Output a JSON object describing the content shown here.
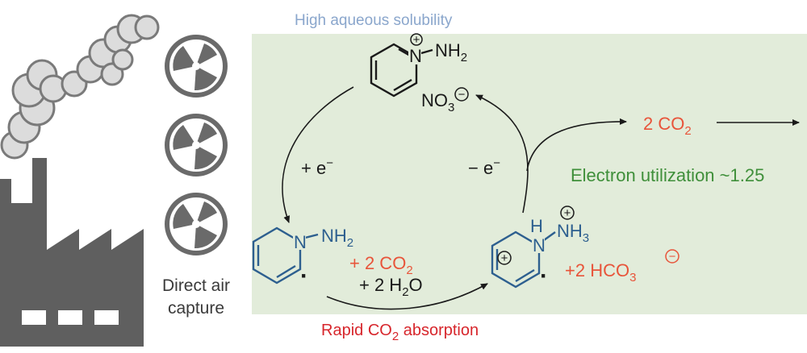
{
  "header": {
    "solubility": "High aqueous solubility"
  },
  "dac": {
    "line1": "Direct air",
    "line2": "capture"
  },
  "top_molecule": {
    "nh2": "NH",
    "nh2_sub": "2",
    "n_atom": "N",
    "counter": "NO",
    "counter_sub": "3",
    "plus": "+",
    "minus": "−"
  },
  "left_molecule": {
    "n_atom": "N",
    "nh2": "NH",
    "nh2_sub": "2",
    "radical": "·"
  },
  "right_molecule": {
    "h": "H",
    "n_atom": "N",
    "nh3": "NH",
    "nh3_sub": "3",
    "plus": "+",
    "radical": "·",
    "bicarb": "+2 HCO",
    "bicarb_sub": "3",
    "minus": "−"
  },
  "reagents": {
    "co2": "+ 2 CO",
    "co2_sub": "2",
    "h2o_a": "+ 2 H",
    "h2o_sub": "2",
    "h2o_b": "O"
  },
  "steps": {
    "reduce": "+ e",
    "reduce_sup": "−",
    "oxidize": "− e",
    "oxidize_sup": "−"
  },
  "release": {
    "co2": "2 CO",
    "co2_sub": "2"
  },
  "utilization": "Electron utilization ~1.25",
  "absorption": {
    "pre": "Rapid CO",
    "sub": "2",
    "post": " absorption"
  },
  "colors": {
    "panel": "#e2ecda",
    "factory": "#5f5f5f",
    "smoke": "#dcdcdc",
    "fan": "#6a6a6a",
    "molecule": "#2d5f8f",
    "accent_red": "#e8543a",
    "green_text": "#3f8f3a"
  }
}
